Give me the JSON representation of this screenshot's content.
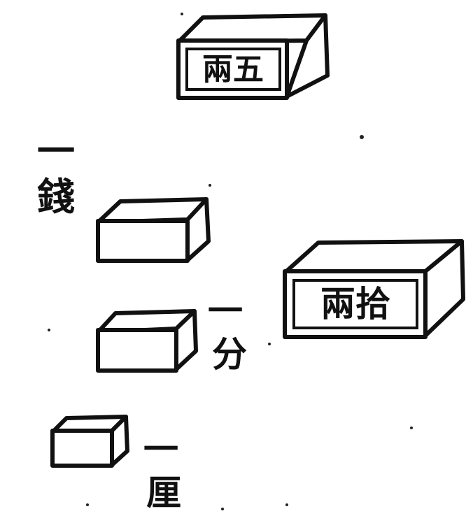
{
  "weights": {
    "five_liang": "兩五",
    "ten_liang": "兩拾",
    "one_qian": "一錢",
    "one_fen": "一分",
    "one_li": "一厘"
  }
}
